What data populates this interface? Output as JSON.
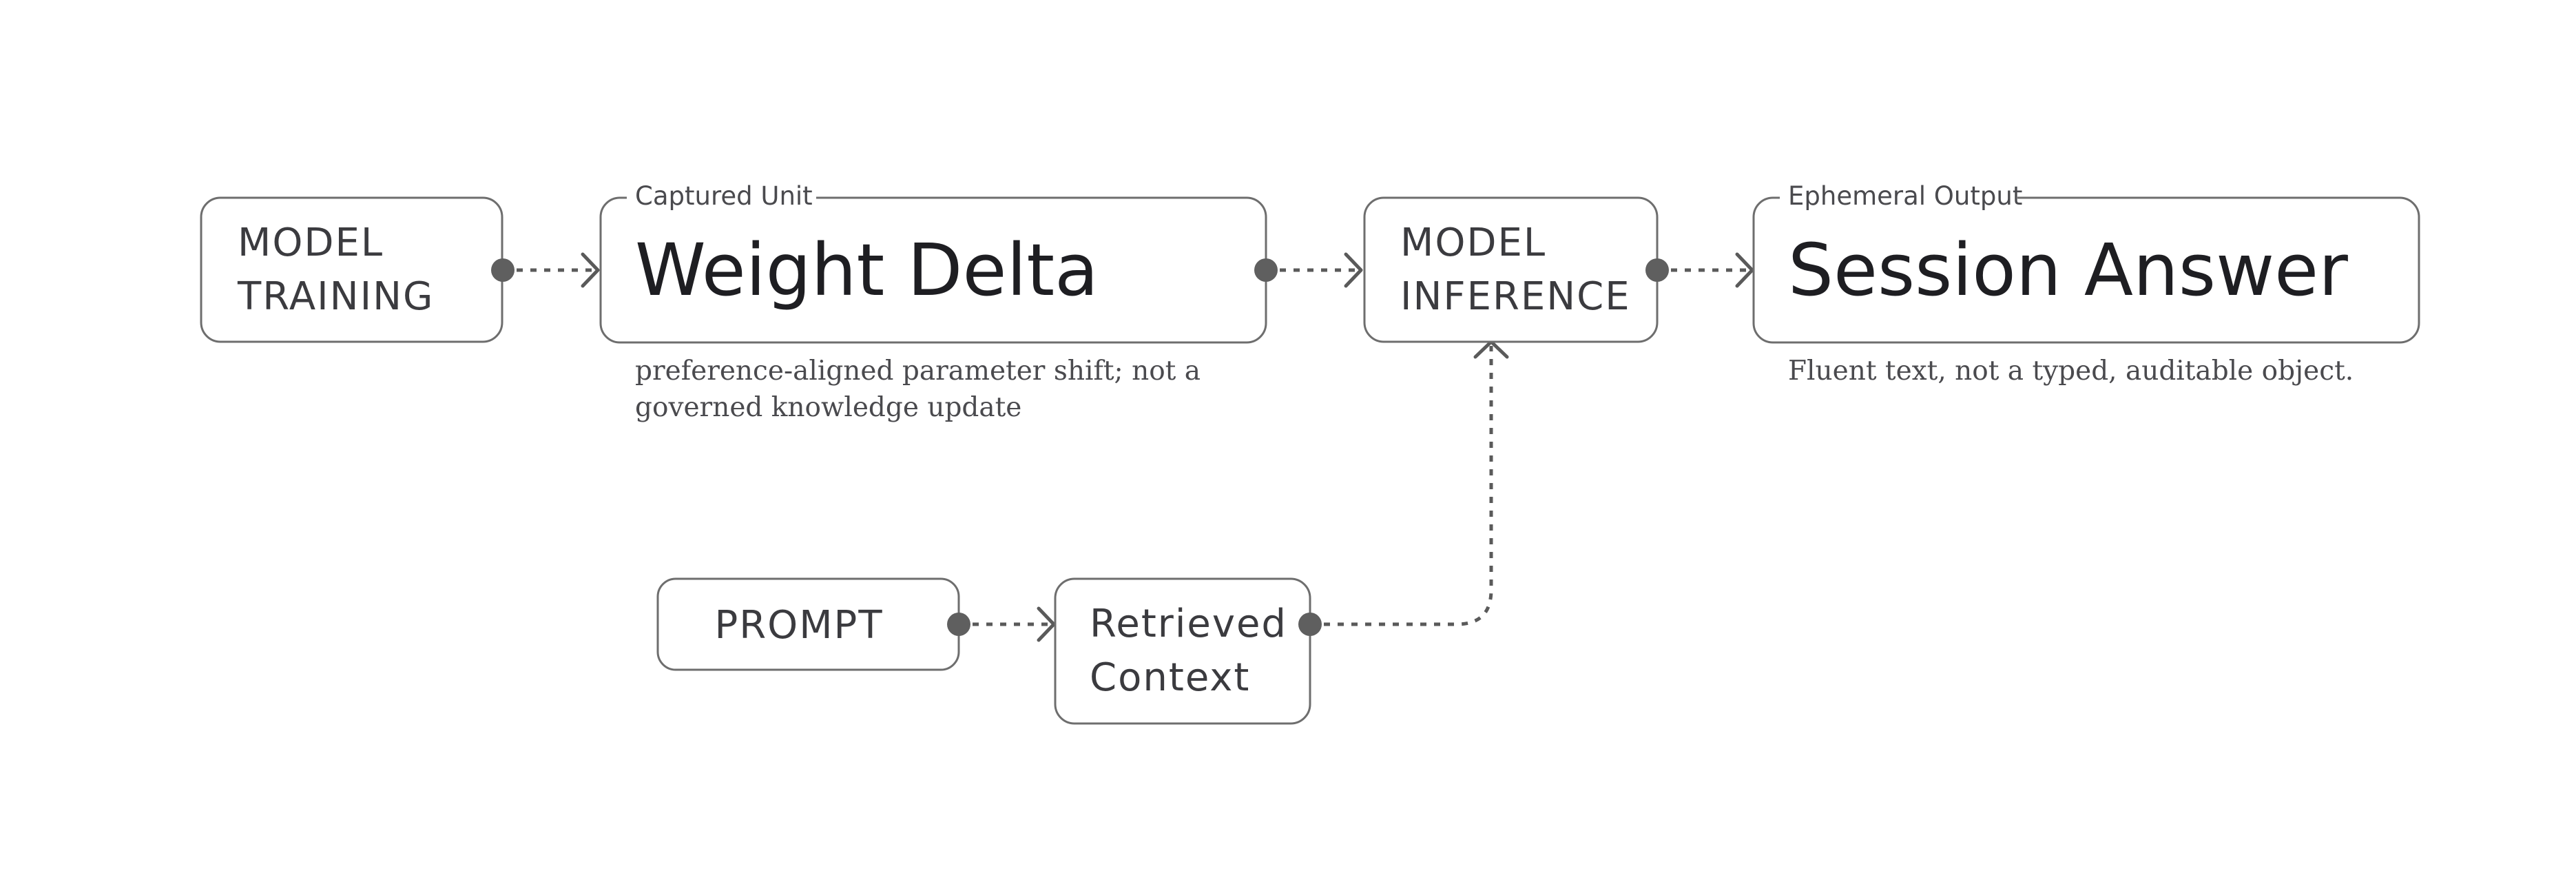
{
  "nodes": {
    "model_training": {
      "lines": [
        "MODEL",
        "TRAINING"
      ]
    },
    "weight_delta": {
      "group_label": "Captured Unit",
      "title": "Weight Delta",
      "note_lines": [
        "preference-aligned parameter shift; not a",
        "governed knowledge update"
      ]
    },
    "model_inference": {
      "lines": [
        "MODEL",
        "INFERENCE"
      ]
    },
    "session_answer": {
      "group_label": "Ephemeral Output",
      "title": "Session Answer",
      "note_lines": [
        "Fluent text, not a typed, auditable object."
      ]
    },
    "prompt": {
      "lines": [
        "PROMPT"
      ]
    },
    "retrieved_context": {
      "lines": [
        "Retrieved",
        "Context"
      ]
    }
  },
  "colors": {
    "border": "#6e6e6e",
    "connector": "#5a5a5a",
    "port": "#5f5f5f",
    "title_text": "#1e1e22",
    "body_text": "#3b3b3f"
  }
}
